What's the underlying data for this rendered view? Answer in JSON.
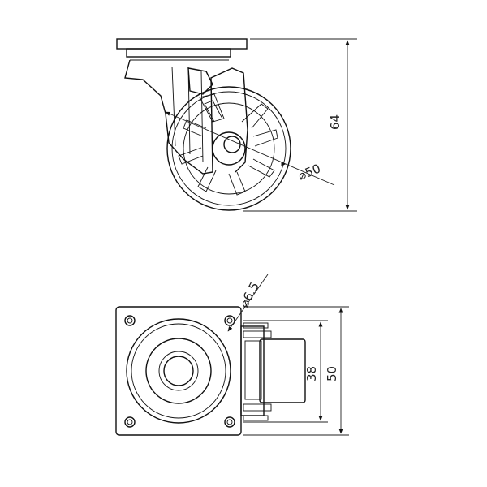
{
  "dimensions": {
    "height": "64",
    "wheel_diameter": "⌀50",
    "hole_diameter": "⌀6.5",
    "plate_inner": "38",
    "plate_outer": "50"
  },
  "colors": {
    "line": "#111111",
    "background": "#ffffff"
  }
}
